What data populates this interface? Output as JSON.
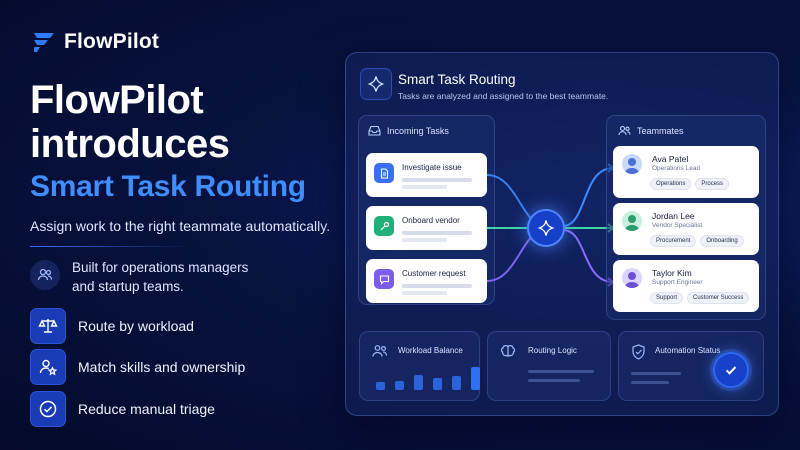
{
  "brand": {
    "name": "FlowPilot"
  },
  "headline": {
    "line1": "FlowPilot",
    "line2": "introduces",
    "line3": "Smart Task Routing"
  },
  "subtitle": "Assign work to the right teammate automatically.",
  "audience": {
    "line1": "Built for operations managers",
    "line2": "and startup teams.",
    "icon": "users-icon"
  },
  "features": [
    {
      "label": "Route by workload",
      "icon": "scale-icon"
    },
    {
      "label": "Match skills and ownership",
      "icon": "user-star-icon"
    },
    {
      "label": "Reduce manual triage",
      "icon": "check-circle-icon"
    }
  ],
  "panel": {
    "title": "Smart Task Routing",
    "subtitle": "Tasks are analyzed and assigned to the best teammate.",
    "incoming": {
      "label": "Incoming Tasks",
      "tasks": [
        {
          "name": "Investigate issue",
          "icon": "document-icon",
          "color": "#3b6ef5"
        },
        {
          "name": "Onboard vendor",
          "icon": "wrench-icon",
          "color": "#22b07a"
        },
        {
          "name": "Customer request",
          "icon": "chat-icon",
          "color": "#7c5cf0"
        }
      ]
    },
    "teammates": {
      "label": "Teammates",
      "people": [
        {
          "name": "Ava Patel",
          "role": "Operations Lead",
          "tags": [
            "Operations",
            "Process"
          ]
        },
        {
          "name": "Jordan Lee",
          "role": "Vendor Specialist",
          "tags": [
            "Procurement",
            "Onboarding"
          ]
        },
        {
          "name": "Taylor Kim",
          "role": "Support Engineer",
          "tags": [
            "Support",
            "Customer Success"
          ]
        }
      ]
    },
    "bottom": {
      "workload": {
        "label": "Workload Balance",
        "bars": [
          0.25,
          0.3,
          0.5,
          0.4,
          0.45,
          0.75
        ]
      },
      "logic": {
        "label": "Routing Logic"
      },
      "status": {
        "label": "Automation Status"
      }
    }
  },
  "colors": {
    "accent": "#3f8dff",
    "tile": "#1a3bb6",
    "route_blue": "#3d8bff",
    "route_green": "#3fd6a2",
    "route_purple": "#8b6bff"
  }
}
